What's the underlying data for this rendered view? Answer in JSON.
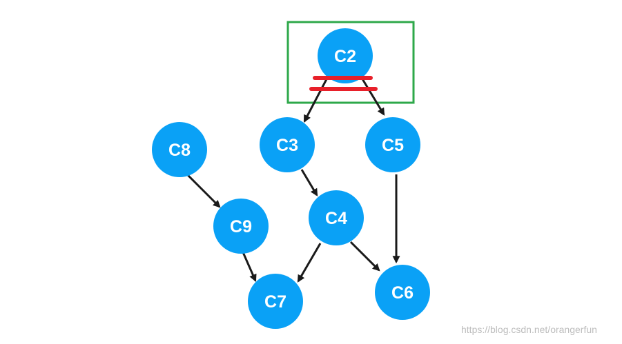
{
  "diagram": {
    "node_color": "#0aa1f6",
    "label_color": "#ffffff",
    "edge_color": "#1a1a1a",
    "highlight_box_color": "#2ea84a",
    "cut_mark_color": "#e8202a",
    "nodes": [
      {
        "id": "c2",
        "label": "C2"
      },
      {
        "id": "c3",
        "label": "C3"
      },
      {
        "id": "c5",
        "label": "C5"
      },
      {
        "id": "c8",
        "label": "C8"
      },
      {
        "id": "c9",
        "label": "C9"
      },
      {
        "id": "c4",
        "label": "C4"
      },
      {
        "id": "c7",
        "label": "C7"
      },
      {
        "id": "c6",
        "label": "C6"
      }
    ],
    "edges": [
      {
        "from": "c2",
        "to": "c3"
      },
      {
        "from": "c2",
        "to": "c5"
      },
      {
        "from": "c3",
        "to": "c4"
      },
      {
        "from": "c4",
        "to": "c7"
      },
      {
        "from": "c4",
        "to": "c6"
      },
      {
        "from": "c5",
        "to": "c6"
      },
      {
        "from": "c8",
        "to": "c9"
      },
      {
        "from": "c9",
        "to": "c7"
      }
    ],
    "highlighted_node": "c2"
  },
  "watermark": "https://blog.csdn.net/orangerfun"
}
